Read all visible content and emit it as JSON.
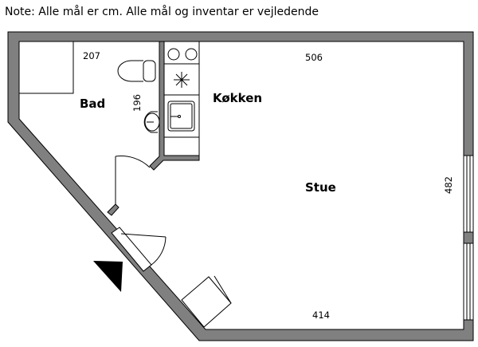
{
  "note": "Note: Alle mål er cm. Alle mål og inventar er vejledende",
  "rooms": {
    "bad": "Bad",
    "kokken": "Køkken",
    "stue": "Stue"
  },
  "dimensions": {
    "bad_width": "207",
    "bad_depth": "196",
    "top_width": "506",
    "right_height": "482",
    "bottom_width": "414"
  },
  "colors": {
    "wall": "#808080",
    "line": "#000000"
  }
}
